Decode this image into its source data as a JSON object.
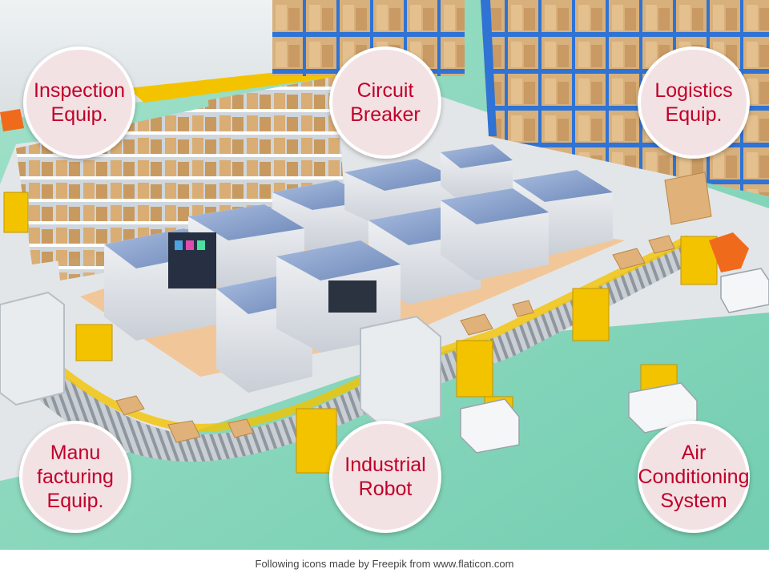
{
  "categories": [
    {
      "id": "inspection",
      "lines": [
        "Inspection",
        "Equip."
      ]
    },
    {
      "id": "circuit-breaker",
      "lines": [
        "Circuit",
        "Breaker"
      ]
    },
    {
      "id": "logistics",
      "lines": [
        "Logistics",
        "Equip."
      ]
    },
    {
      "id": "manufacturing",
      "lines": [
        "Manu",
        "facturing",
        "Equip."
      ]
    },
    {
      "id": "industrial-robot",
      "lines": [
        "Industrial",
        "Robot"
      ]
    },
    {
      "id": "air-conditioning",
      "lines": [
        "Air",
        "Conditioning",
        "System"
      ]
    }
  ],
  "credit": "Following icons made by Freepik from www.flaticon.com",
  "colors": {
    "bubble_fill": "#f3e2e4",
    "bubble_text": "#c0002a",
    "floor_green": "#7fd3b5",
    "conveyor_yellow": "#f2c200",
    "machine_blue": "#7d9ac7"
  }
}
